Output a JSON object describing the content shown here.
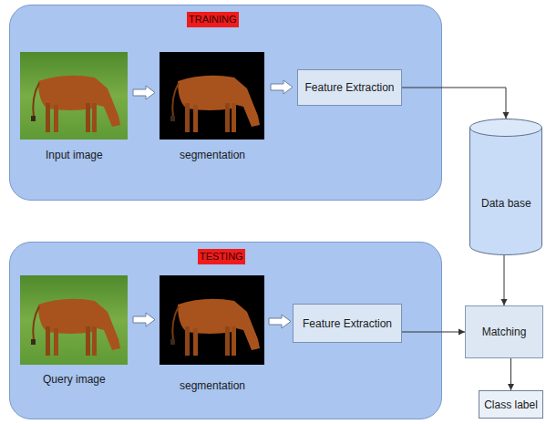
{
  "diagram": {
    "nodes": [
      {
        "text": [
          "TRAINING"
        ]
      },
      {
        "text": [
          "Feature Extraction"
        ],
        "in": 0
      },
      {
        "text": [
          "Data base"
        ]
      },
      {
        "text": [
          "TESTING"
        ]
      },
      {
        "text": [
          "Feature Extraction"
        ],
        "in": 3
      },
      {
        "text": [
          "Matching"
        ]
      },
      {
        "text": [
          "Class label"
        ]
      }
    ],
    "edges": [
      {
        "from": 1,
        "to": 2,
        "arrow": "to"
      },
      {
        "from": 2,
        "to": 5,
        "arrow": "to"
      },
      {
        "from": 4,
        "to": 5,
        "arrow": "to"
      },
      {
        "from": 5,
        "to": 6,
        "arrow": "to"
      }
    ],
    "labels": [
      "Input image",
      "segmentation",
      "Query image",
      "segmentation"
    ]
  }
}
